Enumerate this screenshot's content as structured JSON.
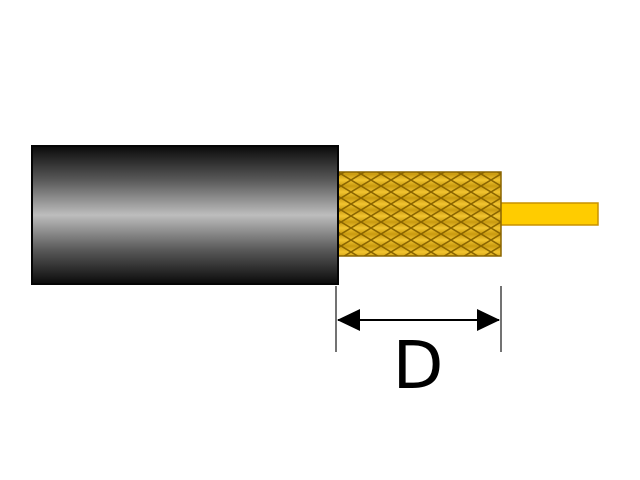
{
  "diagram": {
    "dimension_label": "D",
    "colors": {
      "jacket_dark": "#111111",
      "jacket_light": "#b8b8b8",
      "jacket_edge": "#050505",
      "braid_fill": "#e6b824",
      "braid_mesh": "#8a6500",
      "conductor_fill": "#ffcc00",
      "conductor_edge": "#c89200",
      "dimension_line": "#000000",
      "background": "#ffffff"
    },
    "parts": [
      "outer-jacket",
      "braided-shield",
      "center-conductor"
    ]
  }
}
